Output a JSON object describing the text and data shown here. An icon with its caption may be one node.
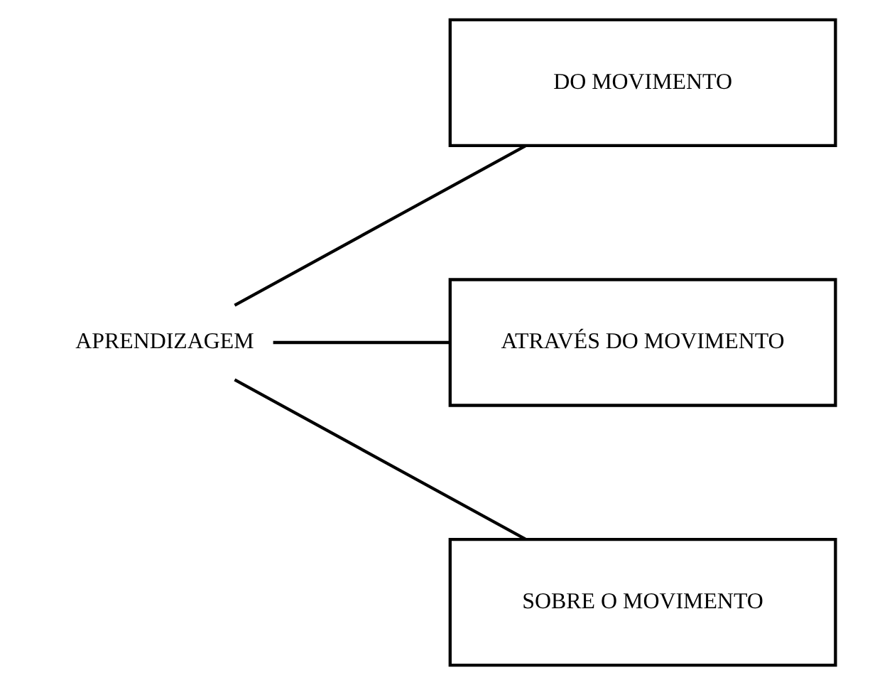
{
  "diagram": {
    "nodes": [
      {
        "text": [
          "APRENDIZAGEM"
        ]
      },
      {
        "text": [
          "DO MOVIMENTO"
        ]
      },
      {
        "text": [
          "ATRAVÉS DO MOVIMENTO"
        ]
      },
      {
        "text": [
          "SOBRE O MOVIMENTO"
        ]
      }
    ],
    "edges": [
      {
        "from": 0,
        "to": 1,
        "arrow": "none"
      },
      {
        "from": 0,
        "to": 2,
        "arrow": "none"
      },
      {
        "from": 0,
        "to": 3,
        "arrow": "none"
      }
    ]
  }
}
